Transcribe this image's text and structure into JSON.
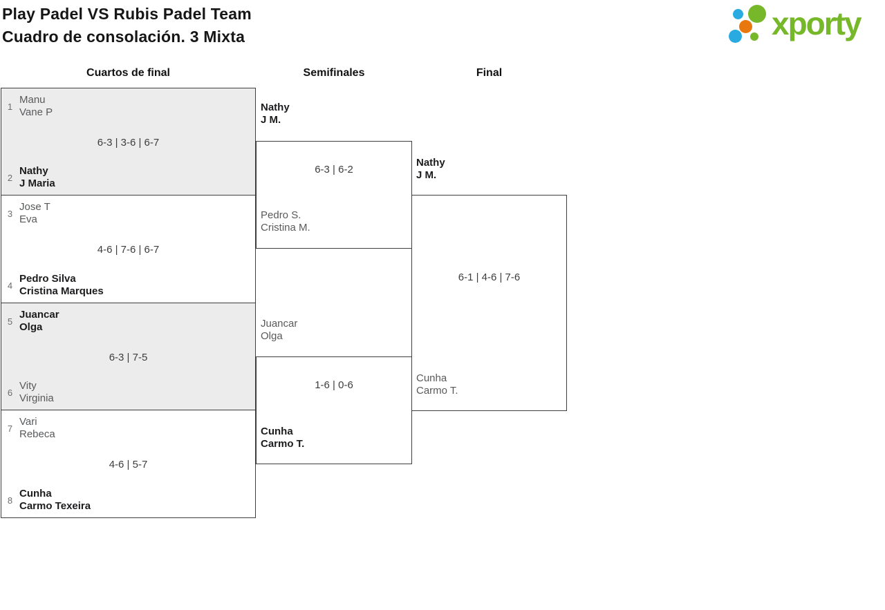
{
  "title": {
    "line1": "Play Padel VS Rubis Padel Team",
    "line2": "Cuadro de consolación. 3 Mixta"
  },
  "logo": {
    "text": "xporty",
    "colors": {
      "green": "#76b82a",
      "blue": "#29abe2",
      "orange": "#e8780d"
    }
  },
  "rounds": [
    {
      "label": "Cuartos de final"
    },
    {
      "label": "Semifinales"
    },
    {
      "label": "Final"
    }
  ],
  "colors": {
    "box_border": "#3d3d3f",
    "box_shaded_bg": "#ececec",
    "winner_text": "#1c1c1e",
    "loser_text": "#58595b"
  },
  "bracket": {
    "quarterfinals": [
      {
        "seed_top": "1",
        "top": {
          "name1": "Manu",
          "name2": "Vane P",
          "winner": false
        },
        "score": "6-3 | 3-6 | 6-7",
        "seed_bottom": "2",
        "bottom": {
          "name1": "Nathy",
          "name2": "J Maria",
          "winner": true
        }
      },
      {
        "seed_top": "3",
        "top": {
          "name1": "Jose T",
          "name2": "Eva",
          "winner": false
        },
        "score": "4-6 | 7-6 | 6-7",
        "seed_bottom": "4",
        "bottom": {
          "name1": "Pedro Silva",
          "name2": "Cristina Marques",
          "winner": true
        }
      },
      {
        "seed_top": "5",
        "top": {
          "name1": "Juancar",
          "name2": "Olga",
          "winner": true
        },
        "score": "6-3 | 7-5",
        "seed_bottom": "6",
        "bottom": {
          "name1": "Vity",
          "name2": "Virginia",
          "winner": false
        }
      },
      {
        "seed_top": "7",
        "top": {
          "name1": "Vari",
          "name2": "Rebeca",
          "winner": false
        },
        "score": "4-6 | 5-7",
        "seed_bottom": "8",
        "bottom": {
          "name1": "Cunha",
          "name2": "Carmo Texeira",
          "winner": true
        }
      }
    ],
    "semifinals": [
      {
        "top": {
          "name1": "Nathy",
          "name2": "J M.",
          "winner": true
        },
        "score": "6-3 | 6-2",
        "bottom": {
          "name1": "Pedro S.",
          "name2": "Cristina M.",
          "winner": false
        }
      },
      {
        "top": {
          "name1": "Juancar",
          "name2": "Olga",
          "winner": false
        },
        "score": "1-6 | 0-6",
        "bottom": {
          "name1": "Cunha",
          "name2": "Carmo T.",
          "winner": true
        }
      }
    ],
    "final": {
      "top": {
        "name1": "Nathy",
        "name2": "J M.",
        "winner": true
      },
      "score": "6-1 | 4-6 | 7-6",
      "bottom": {
        "name1": "Cunha",
        "name2": "Carmo T.",
        "winner": false
      }
    }
  }
}
